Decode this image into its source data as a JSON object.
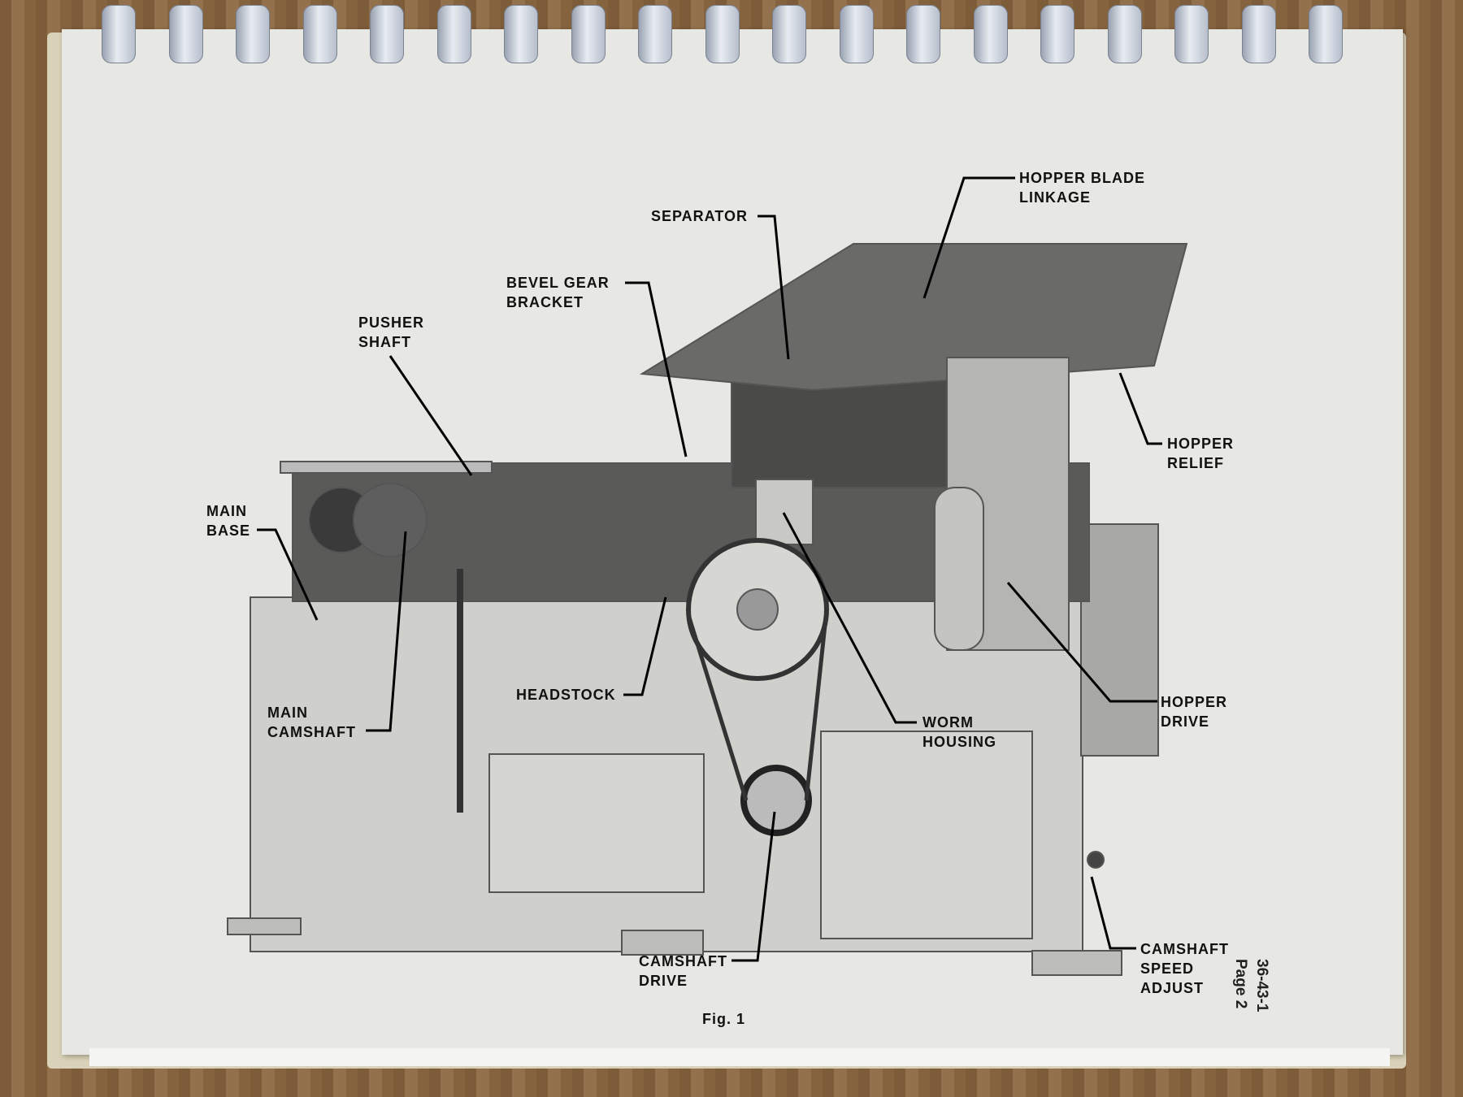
{
  "figure": {
    "caption": "Fig. 1"
  },
  "page_number": {
    "doc_id": "36-43-1",
    "page": "Page 2"
  },
  "labels": {
    "hopper_blade_linkage": "HOPPER BLADE\nLINKAGE",
    "separator": "SEPARATOR",
    "bevel_gear_bracket": "BEVEL GEAR\nBRACKET",
    "pusher_shaft": "PUSHER\nSHAFT",
    "main_base": "MAIN\nBASE",
    "hopper_relief": "HOPPER\nRELIEF",
    "hopper_drive": "HOPPER\nDRIVE",
    "worm_housing": "WORM\nHOUSING",
    "headstock": "HEADSTOCK",
    "main_camshaft": "MAIN\nCAMSHAFT",
    "camshaft_drive": "CAMSHAFT\nDRIVE",
    "camshaft_speed_adjust": "CAMSHAFT\nSPEED\nADJUST"
  }
}
